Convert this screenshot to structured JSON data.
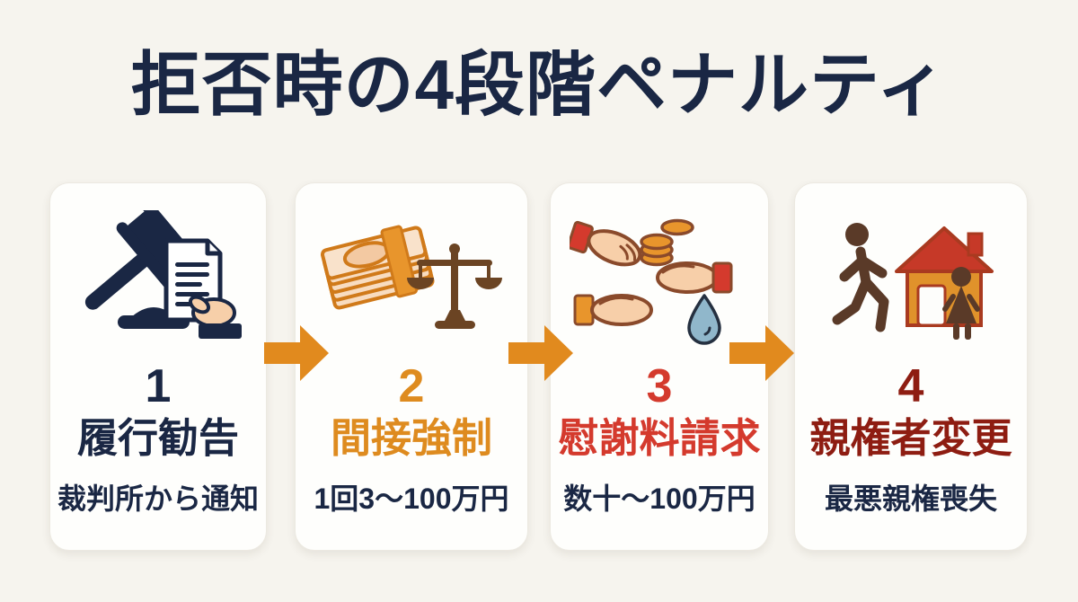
{
  "title": "拒否時の4段階ペナルティ",
  "palette": {
    "background": "#F6F4EE",
    "card": "#FEFEFC",
    "navy": "#1A2744",
    "orange": "#DE8B1F",
    "red": "#D43A2D",
    "maroon": "#8E1D12",
    "arrow": "#E18A1E"
  },
  "arrow": {
    "color": "#E18A1E",
    "icon": "right-arrow"
  },
  "steps": [
    {
      "number": "1",
      "label": "履行勧告",
      "detail": "裁判所から通知",
      "accent": "#1A2744",
      "icon": "gavel-and-document"
    },
    {
      "number": "2",
      "label": "間接強制",
      "detail": "1回3〜100万円",
      "accent": "#DE8B1F",
      "icon": "banknotes-and-scale"
    },
    {
      "number": "3",
      "label": "慰謝料請求",
      "detail": "数十〜100万円",
      "accent": "#D43A2D",
      "icon": "hands-coins-teardrop"
    },
    {
      "number": "4",
      "label": "親権者変更",
      "detail": "最悪親権喪失",
      "accent": "#8E1D12",
      "icon": "person-leaving-house"
    }
  ]
}
